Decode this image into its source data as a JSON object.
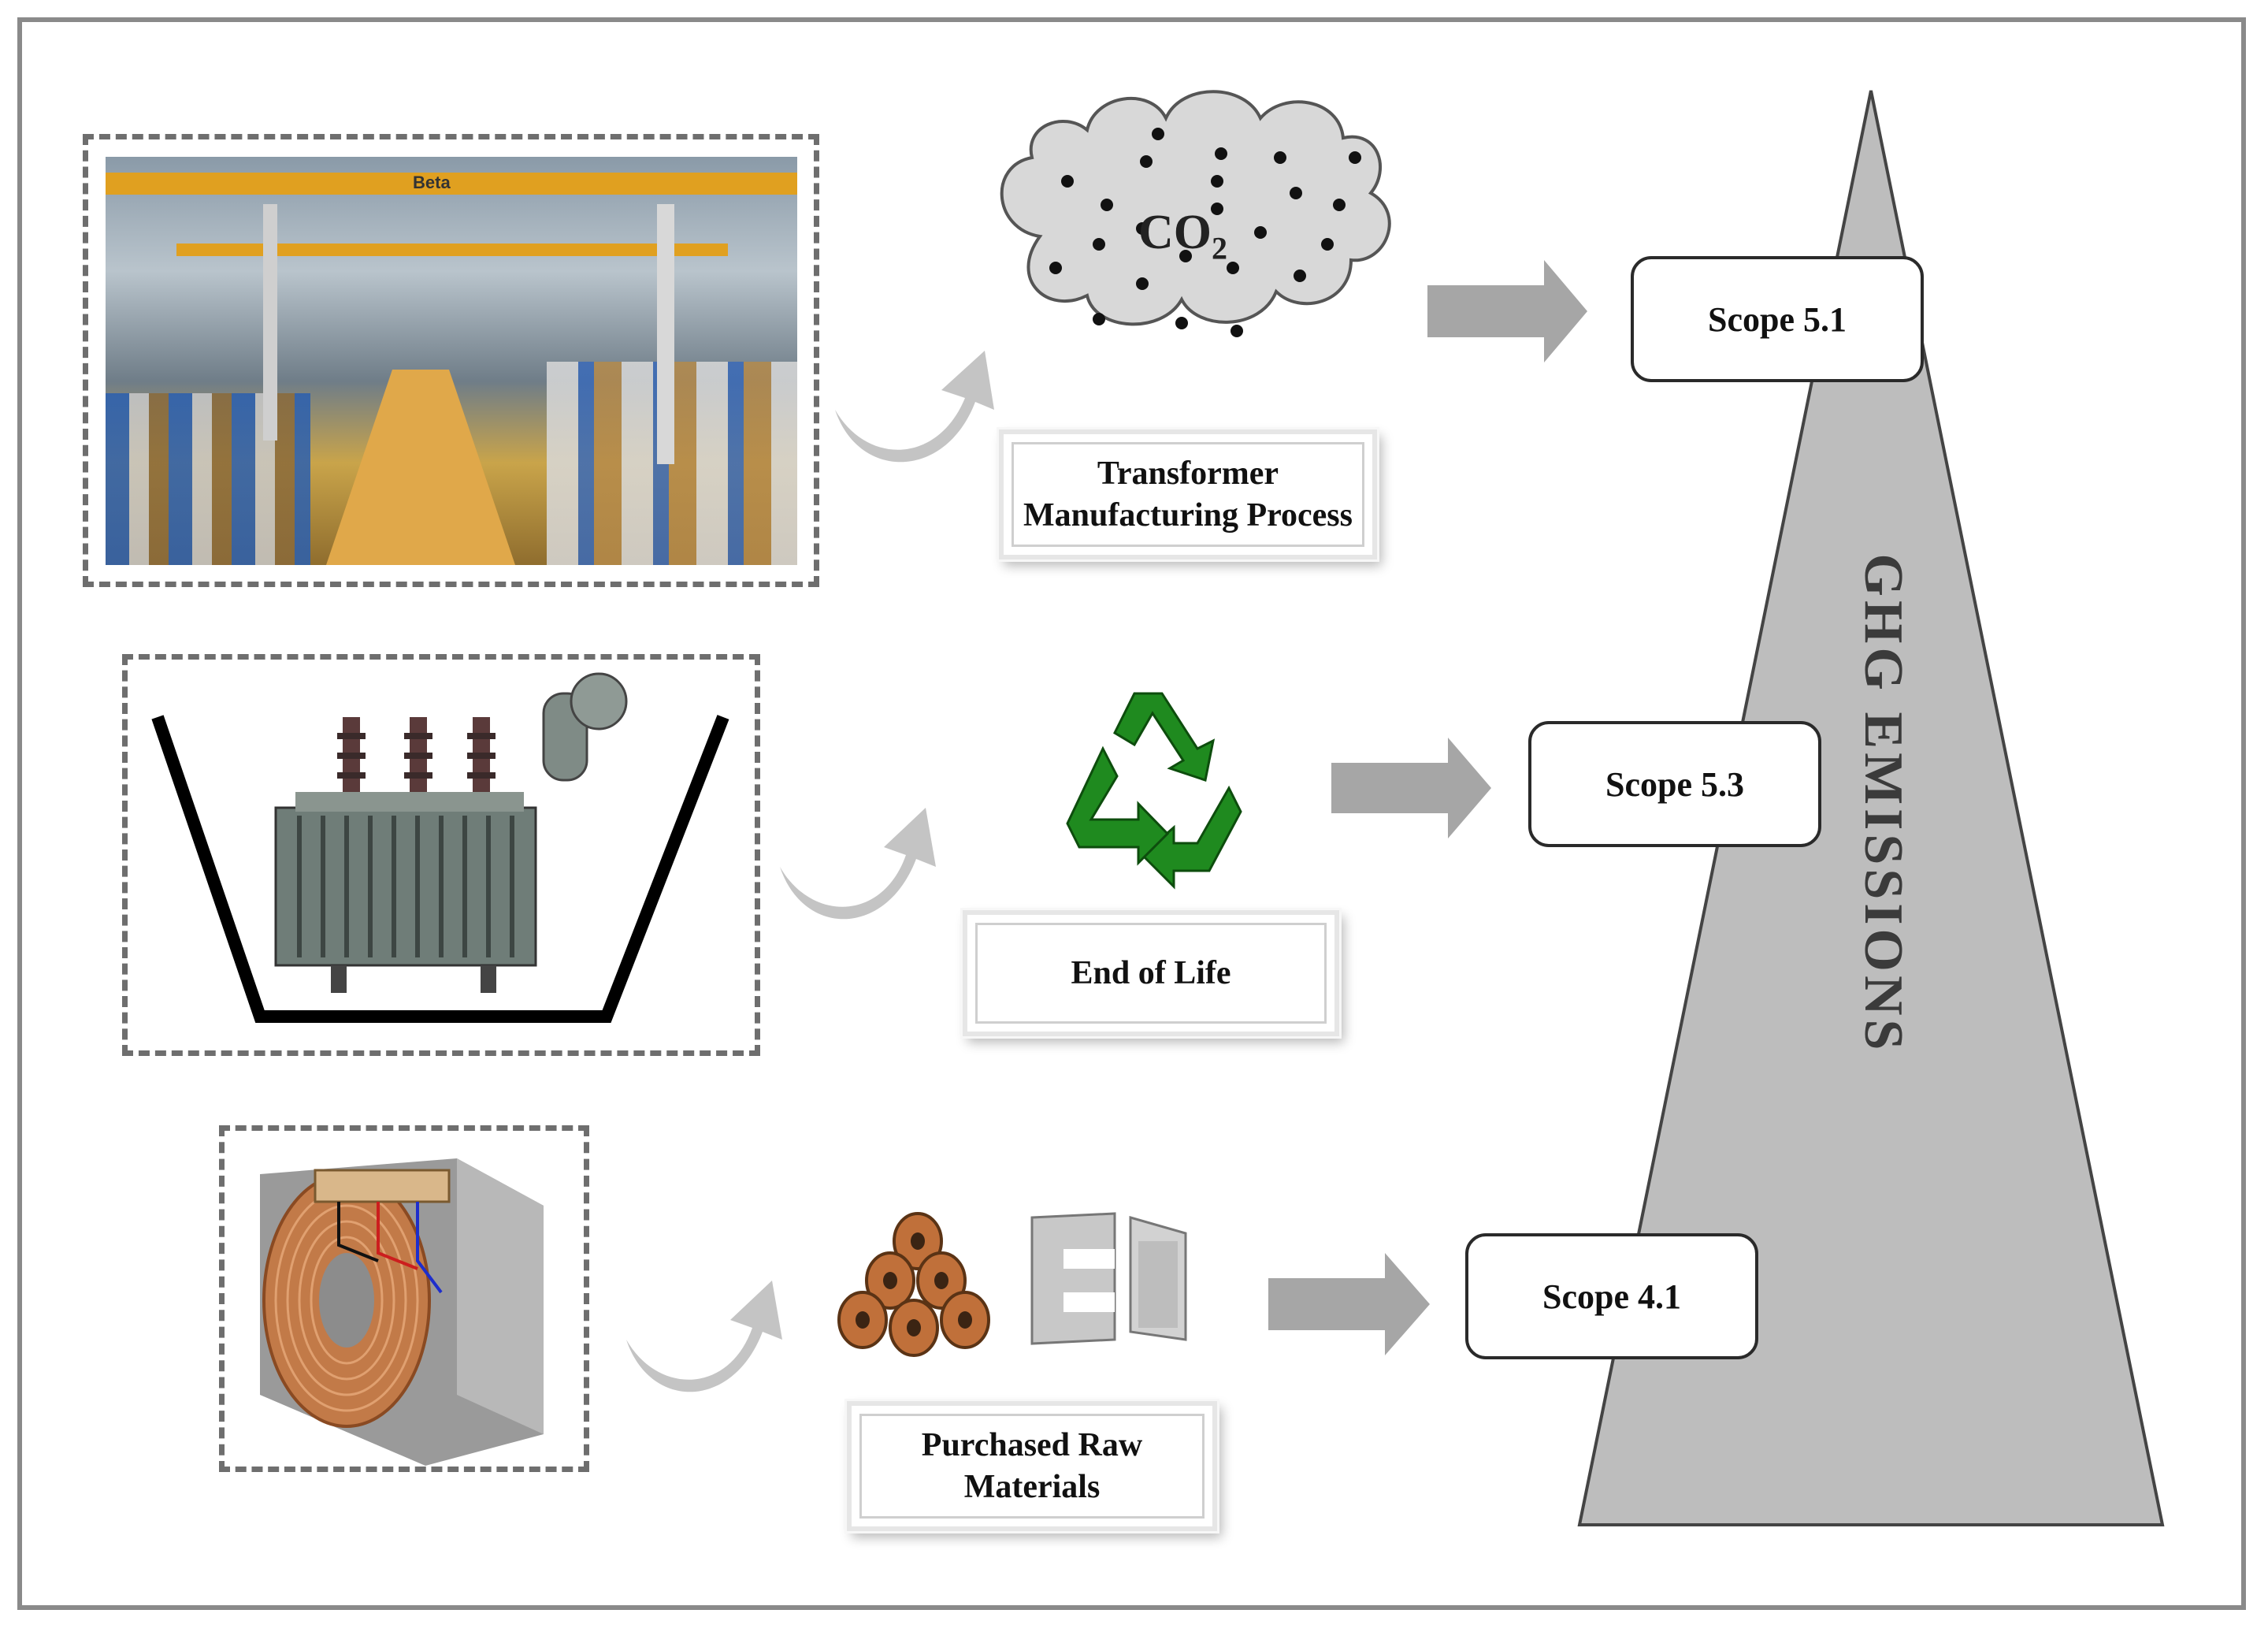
{
  "colors": {
    "frame": "#8a8a8a",
    "pyramid": "#bdbdbd",
    "arrow": "#a6a6a6",
    "recycle": "#1f8a1f",
    "copper": "#c0703a",
    "steel": "#c8c8c8"
  },
  "cloud": {
    "formula": "CO",
    "subscript": "2"
  },
  "labels": {
    "manufacturing": "Transformer\nManufacturing Process",
    "end_of_life": "End of Life",
    "raw_materials": "Purchased Raw\nMaterials"
  },
  "scopes": {
    "top": "Scope 5.1",
    "middle": "Scope 5.3",
    "bottom": "Scope 4.1"
  },
  "pyramid_label": "GHG EMISSIONS",
  "factory_sign": "Beta",
  "icons": [
    "factory-photo",
    "co2-cloud-icon",
    "recycle-icon",
    "transformer-in-bin-icon",
    "transformer-core-coil-icon",
    "copper-wire-spools-icon",
    "ei-laminations-icon",
    "curved-arrow-icon",
    "right-arrow-icon"
  ]
}
